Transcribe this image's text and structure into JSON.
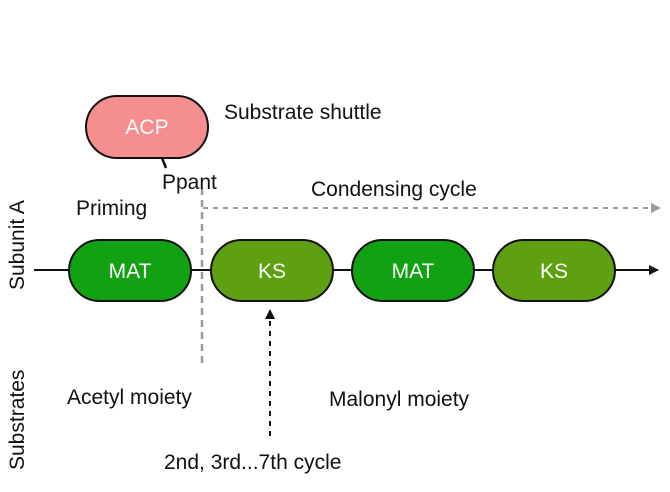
{
  "colors": {
    "mat_fill": "#12a112",
    "ks_fill": "#5fa012",
    "acp_fill": "#f58f8f",
    "outline": "#111111",
    "dashed_gray": "#9a9a9a"
  },
  "side_labels": {
    "subunit": "Subunit A",
    "substrates": "Substrates"
  },
  "acp": {
    "label": "ACP",
    "caption": "Substrate shuttle",
    "linker_label": "Ppant"
  },
  "stages": {
    "priming": "Priming",
    "condensing": "Condensing cycle"
  },
  "domains": [
    {
      "label": "MAT",
      "kind": "mat"
    },
    {
      "label": "KS",
      "kind": "ks"
    },
    {
      "label": "MAT",
      "kind": "mat"
    },
    {
      "label": "KS",
      "kind": "ks"
    }
  ],
  "substrates": {
    "acetyl": "Acetyl moiety",
    "malonyl": "Malonyl moiety",
    "cycles": "2nd, 3rd...7th cycle"
  }
}
